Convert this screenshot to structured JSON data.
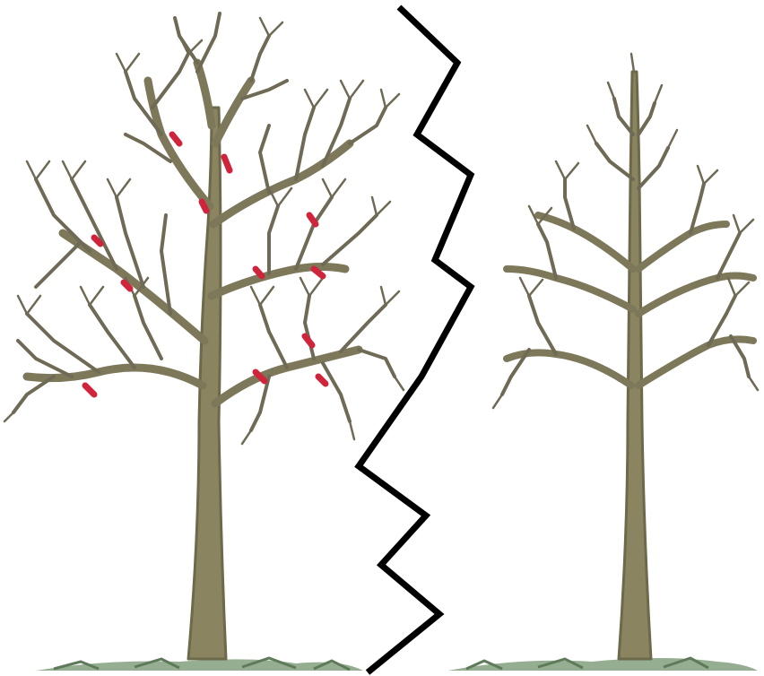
{
  "illustration": {
    "left_tree": {
      "state": "before pruning",
      "cut_marks": "red"
    },
    "right_tree": {
      "state": "after pruning"
    },
    "divider": "zigzag line",
    "colors": {
      "trunk": "#8a8460",
      "trunk_shadow": "#6c6a4a",
      "branch": "#6f6a55",
      "cut_mark": "#d0243c",
      "ground": "#7fa07a",
      "divider": "#000000",
      "background": "#ffffff"
    }
  }
}
